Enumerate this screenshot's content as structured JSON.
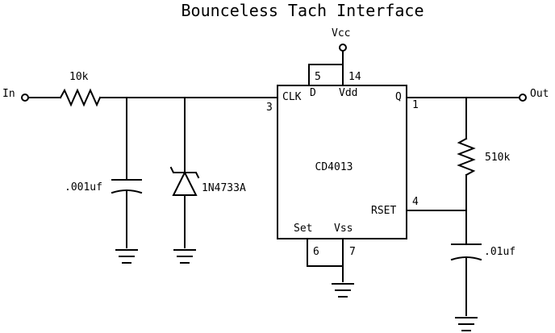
{
  "title": "Bounceless Tach Interface",
  "labels": {
    "vcc": "Vcc",
    "in": "In",
    "out": "Out",
    "resistor_in": "10k",
    "capacitor_in": ".001uf",
    "zener": "1N4733A",
    "ic_name": "CD4013",
    "resistor_out": "510k",
    "capacitor_out": ".01uf"
  },
  "pins": {
    "clk": "CLK",
    "d": "D",
    "vdd": "Vdd",
    "q": "Q",
    "rset": "RSET",
    "set": "Set",
    "vss": "Vss",
    "clk_num": "3",
    "d_num": "5",
    "vdd_num": "14",
    "q_num": "1",
    "rset_num": "4",
    "set_num": "6",
    "vss_num": "7"
  }
}
